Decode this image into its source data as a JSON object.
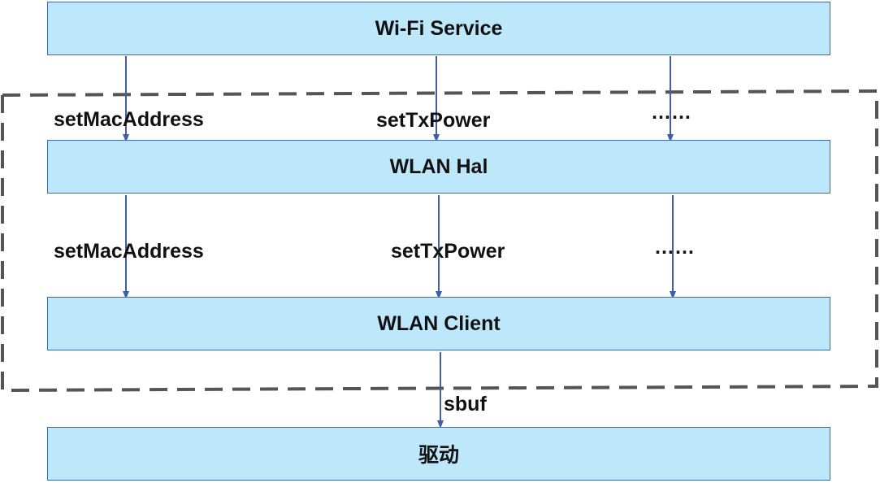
{
  "diagram": {
    "layers": [
      {
        "id": "wifi-service",
        "label": "Wi-Fi Service"
      },
      {
        "id": "wlan-hal",
        "label": "WLAN Hal"
      },
      {
        "id": "wlan-client",
        "label": "WLAN Client"
      },
      {
        "id": "driver",
        "label": "驱动"
      }
    ],
    "edges": {
      "service_to_hal": [
        "setMacAddress",
        "setTxPower",
        "……"
      ],
      "hal_to_client": [
        "setMacAddress",
        "setTxPower",
        "……"
      ],
      "client_to_driver": "sbuf"
    },
    "colors": {
      "box_fill": "#bde7fb",
      "box_border": "#3e6aad",
      "arrow": "#3e5fa8",
      "dashed_group_border": "#555555"
    },
    "group": {
      "style": "dashed",
      "contains": [
        "wlan-hal",
        "wlan-client"
      ]
    }
  }
}
